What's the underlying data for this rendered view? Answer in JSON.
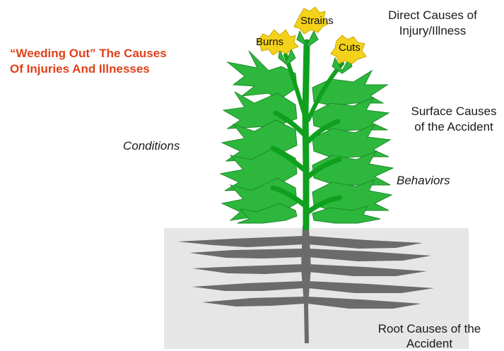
{
  "title": {
    "line1": "“Weeding Out” The Causes",
    "line2": "Of Injuries And Illnesses"
  },
  "labels": {
    "direct_line1": "Direct Causes of",
    "direct_line2": "Injury/Illness",
    "surface_line1": "Surface Causes",
    "surface_line2": "of the Accident",
    "conditions": "Conditions",
    "behaviors": "Behaviors",
    "root_line1": "Root Causes of the",
    "root_line2": "Accident"
  },
  "flowers": {
    "burns": "Burns",
    "strains": "Strains",
    "cuts": "Cuts"
  },
  "colors": {
    "title": "#e0401a",
    "leaf": "#2db83d",
    "leaf_dark": "#1f8a2a",
    "stem": "#0fa01e",
    "flower": "#f4d21a",
    "ground": "#e6e6e6",
    "root": "#6b6b6b"
  }
}
